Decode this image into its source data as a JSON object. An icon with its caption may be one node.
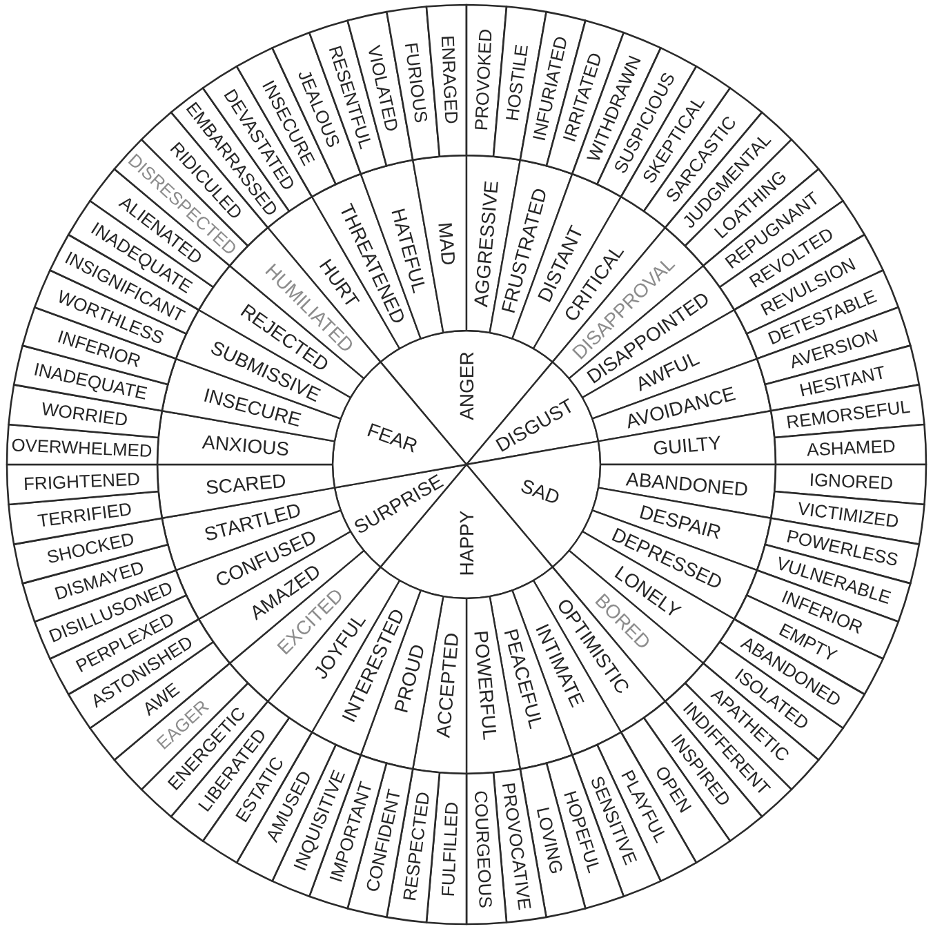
{
  "diagram": {
    "nodes": [
      {
        "text": [
          "ANGER"
        ]
      },
      {
        "text": [
          "DISGUST"
        ]
      },
      {
        "text": [
          "SAD"
        ]
      },
      {
        "text": [
          "HAPPY"
        ]
      },
      {
        "text": [
          "SURPRISE"
        ]
      },
      {
        "text": [
          "FEAR"
        ]
      },
      {
        "text": [
          "HURT"
        ]
      },
      {
        "text": [
          "THREATENED"
        ]
      },
      {
        "text": [
          "HATEFUL"
        ]
      },
      {
        "text": [
          "MAD"
        ]
      },
      {
        "text": [
          "AGGRESSIVE"
        ]
      },
      {
        "text": [
          "FRUSTRATED"
        ]
      },
      {
        "text": [
          "DISTANT"
        ]
      },
      {
        "text": [
          "CRITICAL"
        ]
      },
      {
        "text": [
          "DISAPPROVAL"
        ]
      },
      {
        "text": [
          "DISAPPOINTED"
        ]
      },
      {
        "text": [
          "AWFUL"
        ]
      },
      {
        "text": [
          "AVOIDANCE"
        ]
      },
      {
        "text": [
          "GUILTY"
        ]
      },
      {
        "text": [
          "ABANDONED"
        ]
      },
      {
        "text": [
          "DESPAIR"
        ]
      },
      {
        "text": [
          "DEPRESSED"
        ]
      },
      {
        "text": [
          "LONELY"
        ]
      },
      {
        "text": [
          "BORED"
        ]
      },
      {
        "text": [
          "OPTIMISTIC"
        ]
      },
      {
        "text": [
          "INTIMATE"
        ]
      },
      {
        "text": [
          "PEACEFUL"
        ]
      },
      {
        "text": [
          "POWERFUL"
        ]
      },
      {
        "text": [
          "ACCEPTED"
        ]
      },
      {
        "text": [
          "PROUD"
        ]
      },
      {
        "text": [
          "INTERESTED"
        ]
      },
      {
        "text": [
          "JOYFUL"
        ]
      },
      {
        "text": [
          "EXCITED"
        ]
      },
      {
        "text": [
          "AMAZED"
        ]
      },
      {
        "text": [
          "CONFUSED"
        ]
      },
      {
        "text": [
          "STARTLED"
        ]
      },
      {
        "text": [
          "SCARED"
        ]
      },
      {
        "text": [
          "ANXIOUS"
        ]
      },
      {
        "text": [
          "INSECURE"
        ]
      },
      {
        "text": [
          "SUBMISSIVE"
        ]
      },
      {
        "text": [
          "REJECTED"
        ]
      },
      {
        "text": [
          "HUMILIATED"
        ]
      },
      {
        "text": [
          "EMBARRASSED"
        ]
      },
      {
        "text": [
          "DEVASTATED"
        ]
      },
      {
        "text": [
          "INSECURE"
        ]
      },
      {
        "text": [
          "JEALOUS"
        ]
      },
      {
        "text": [
          "RESENTFUL"
        ]
      },
      {
        "text": [
          "VIOLATED"
        ]
      },
      {
        "text": [
          "FURIOUS"
        ]
      },
      {
        "text": [
          "ENRAGED"
        ]
      },
      {
        "text": [
          "PROVOKED"
        ]
      },
      {
        "text": [
          "HOSTILE"
        ]
      },
      {
        "text": [
          "INFURIATED"
        ]
      },
      {
        "text": [
          "IRRITATED"
        ]
      },
      {
        "text": [
          "WITHDRAWN"
        ]
      },
      {
        "text": [
          "SUSPICIOUS"
        ]
      },
      {
        "text": [
          "SKEPTICAL"
        ]
      },
      {
        "text": [
          "SARCASTIC"
        ]
      },
      {
        "text": [
          "JUDGMENTAL"
        ]
      },
      {
        "text": [
          "LOATHING"
        ]
      },
      {
        "text": [
          "REPUGNANT"
        ]
      },
      {
        "text": [
          "REVOLTED"
        ]
      },
      {
        "text": [
          "REVULSION"
        ]
      },
      {
        "text": [
          "DETESTABLE"
        ]
      },
      {
        "text": [
          "AVERSION"
        ]
      },
      {
        "text": [
          "HESITANT"
        ]
      },
      {
        "text": [
          "REMORSEFUL"
        ]
      },
      {
        "text": [
          "ASHAMED"
        ]
      },
      {
        "text": [
          "IGNORED"
        ]
      },
      {
        "text": [
          "VICTIMIZED"
        ]
      },
      {
        "text": [
          "POWERLESS"
        ]
      },
      {
        "text": [
          "VULNERABLE"
        ]
      },
      {
        "text": [
          "INFERIOR"
        ]
      },
      {
        "text": [
          "EMPTY"
        ]
      },
      {
        "text": [
          "ABANDONED"
        ]
      },
      {
        "text": [
          "ISOLATED"
        ]
      },
      {
        "text": [
          "APATHETIC"
        ]
      },
      {
        "text": [
          "INDIFFERENT"
        ]
      },
      {
        "text": [
          "INSPIRED"
        ]
      },
      {
        "text": [
          "OPEN"
        ]
      },
      {
        "text": [
          "PLAYFUL"
        ]
      },
      {
        "text": [
          "SENSITIVE"
        ]
      },
      {
        "text": [
          "HOPEFUL"
        ]
      },
      {
        "text": [
          "LOVING"
        ]
      },
      {
        "text": [
          "PROVOCATIVE"
        ]
      },
      {
        "text": [
          "COURGEOUS"
        ]
      },
      {
        "text": [
          "FULFILLED"
        ]
      },
      {
        "text": [
          "RESPECTED"
        ]
      },
      {
        "text": [
          "CONFIDENT"
        ]
      },
      {
        "text": [
          "IMPORTANT"
        ]
      },
      {
        "text": [
          "INQUISITIVE"
        ]
      },
      {
        "text": [
          "AMUSED"
        ]
      },
      {
        "text": [
          "ESTATIC"
        ]
      },
      {
        "text": [
          "LIBERATED"
        ]
      },
      {
        "text": [
          "ENERGETIC"
        ]
      },
      {
        "text": [
          "EAGER"
        ]
      },
      {
        "text": [
          "AWE"
        ]
      },
      {
        "text": [
          "ASTONISHED"
        ]
      },
      {
        "text": [
          "PERPLEXED"
        ]
      },
      {
        "text": [
          "DISILLUSONED"
        ]
      },
      {
        "text": [
          "DISMAYED"
        ]
      },
      {
        "text": [
          "SHOCKED"
        ]
      },
      {
        "text": [
          "TERRIFIED"
        ]
      },
      {
        "text": [
          "FRIGHTENED"
        ]
      },
      {
        "text": [
          "OVERWHELMED"
        ]
      },
      {
        "text": [
          "WORRIED"
        ]
      },
      {
        "text": [
          "INADEQUATE"
        ]
      },
      {
        "text": [
          "INFERIOR"
        ]
      },
      {
        "text": [
          "WORTHLESS"
        ]
      },
      {
        "text": [
          "INSIGNIFICANT"
        ]
      },
      {
        "text": [
          "INADEQUATE"
        ]
      },
      {
        "text": [
          "ALIENATED"
        ]
      },
      {
        "text": [
          "DISRESPECTED"
        ]
      },
      {
        "text": [
          "RIDICULED"
        ]
      }
    ]
  }
}
